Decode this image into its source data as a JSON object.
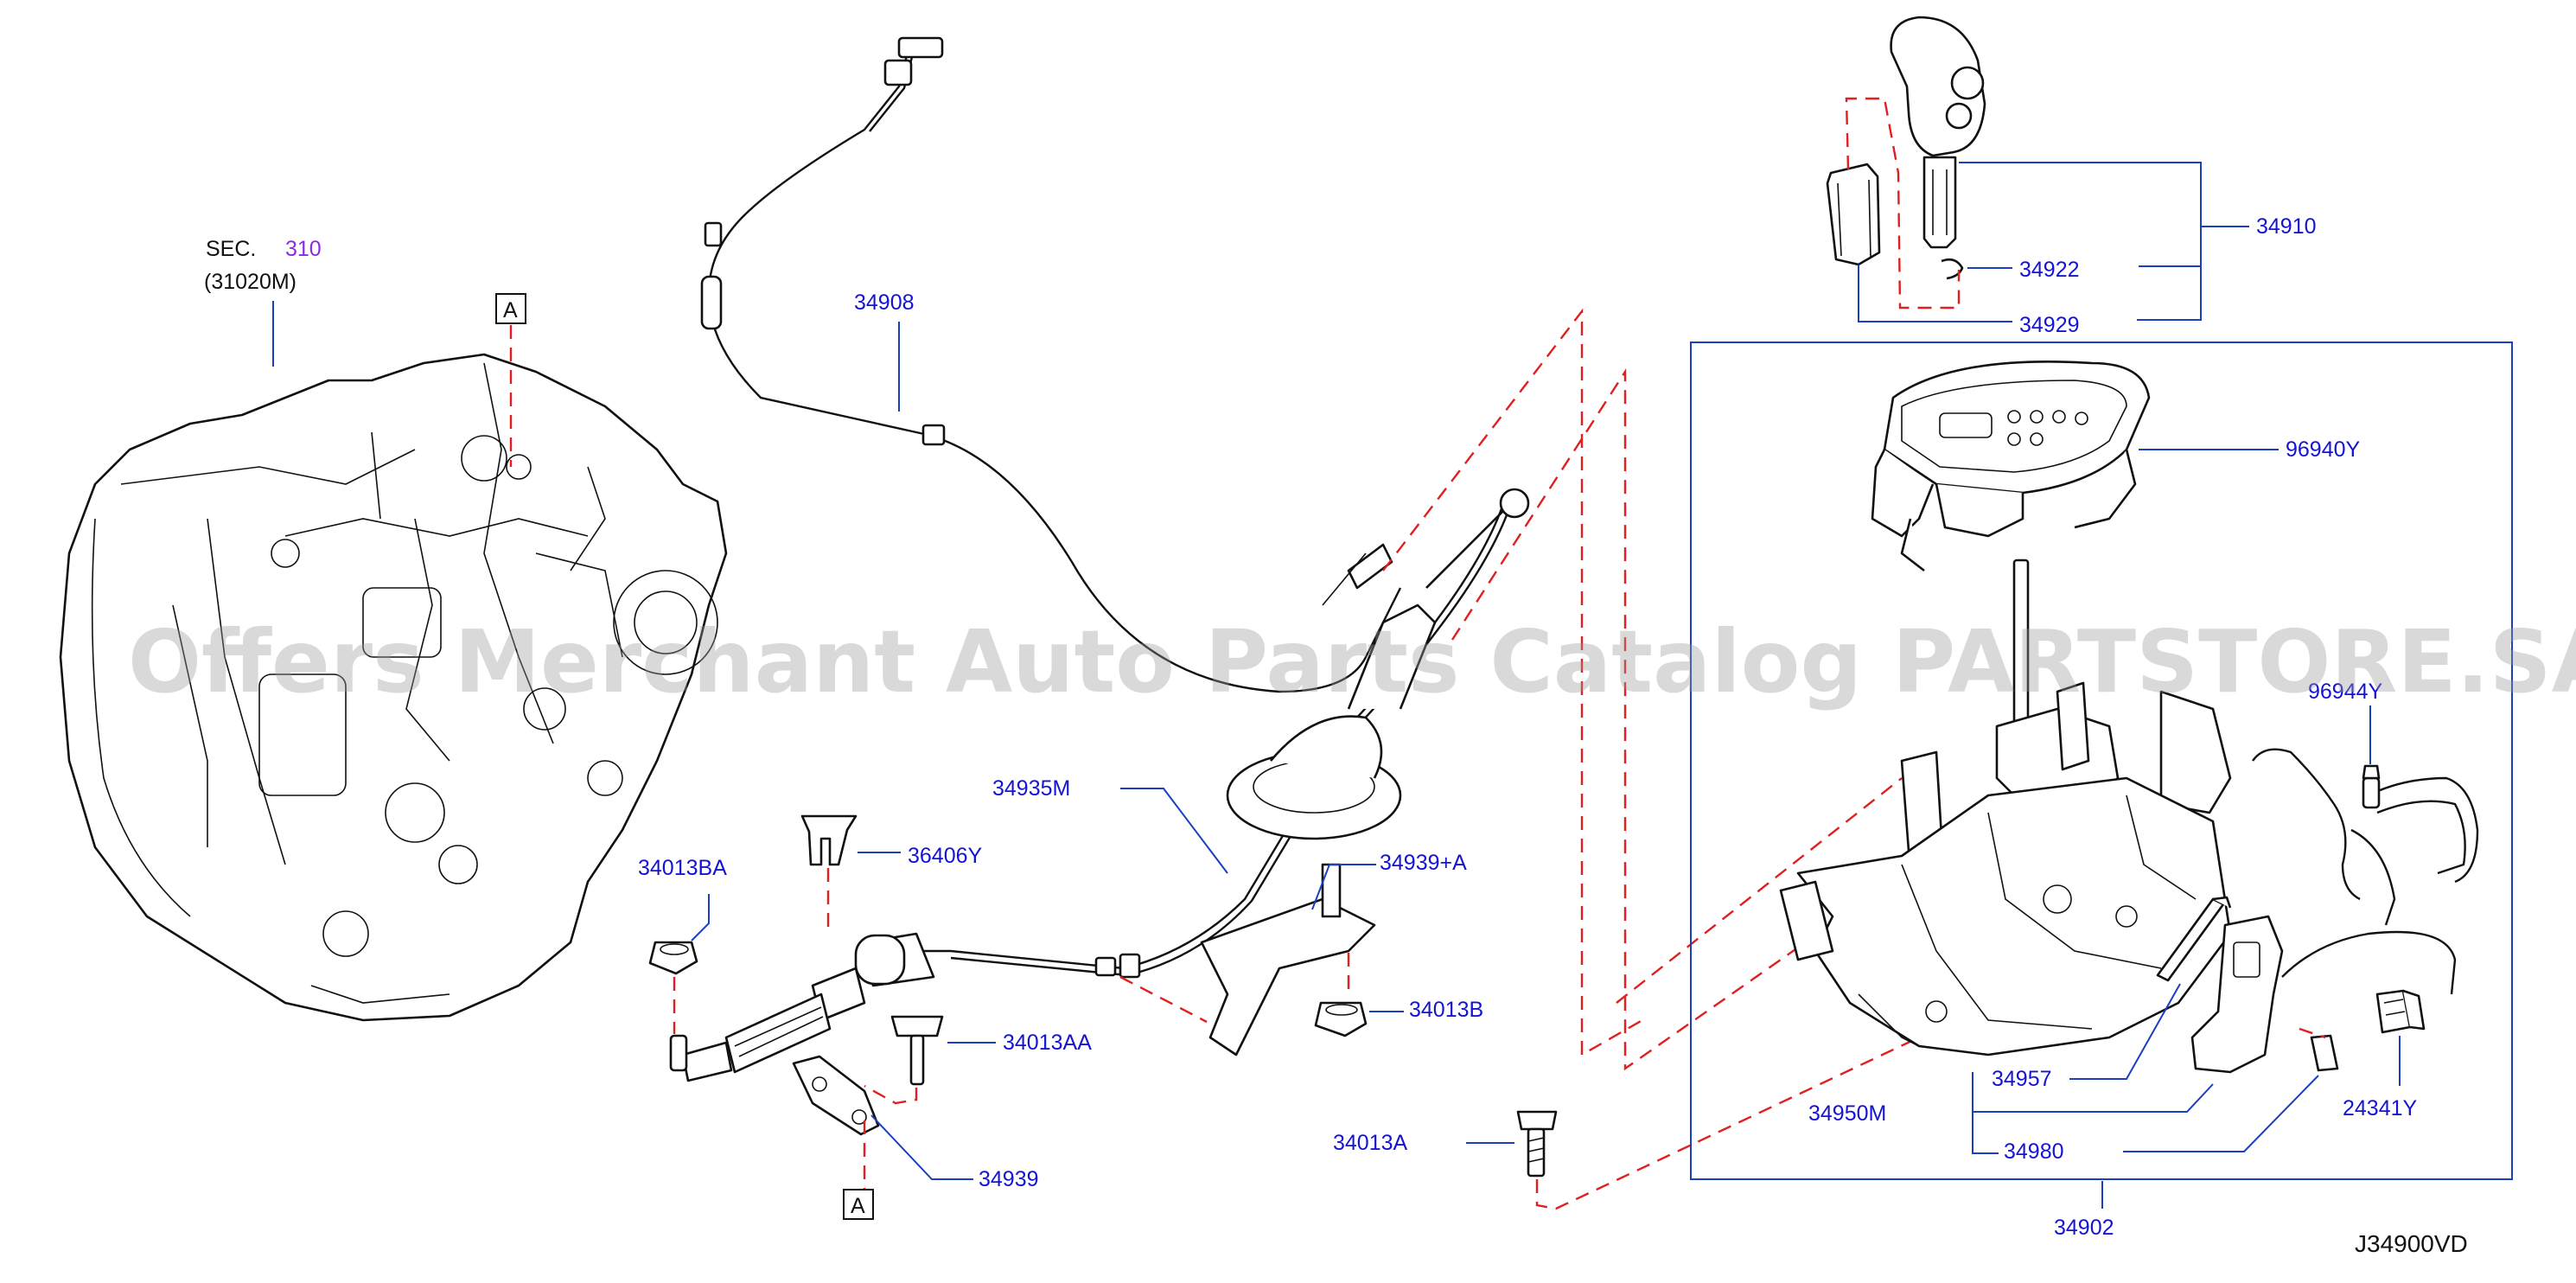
{
  "diagram": {
    "section": {
      "prefix": "SEC.",
      "number": "310",
      "code": "(31020M)"
    },
    "ref_marker": "A",
    "watermark": "Offers Merchant Auto Parts Catalog PARTSTORE.SA",
    "drawing_id": "J34900VD",
    "parts": {
      "p34908": "34908",
      "p34910": "34910",
      "p34922": "34922",
      "p34929": "34929",
      "p96940Y": "96940Y",
      "p96944Y": "96944Y",
      "p34935M": "34935M",
      "p36406Y": "36406Y",
      "p34939A": "34939+A",
      "p34013BA": "34013BA",
      "p34013AA": "34013AA",
      "p34013B": "34013B",
      "p34939": "34939",
      "p34013A": "34013A",
      "p34957": "34957",
      "p34950M": "34950M",
      "p34980": "34980",
      "p24341Y": "24341Y",
      "p34902": "34902"
    }
  }
}
